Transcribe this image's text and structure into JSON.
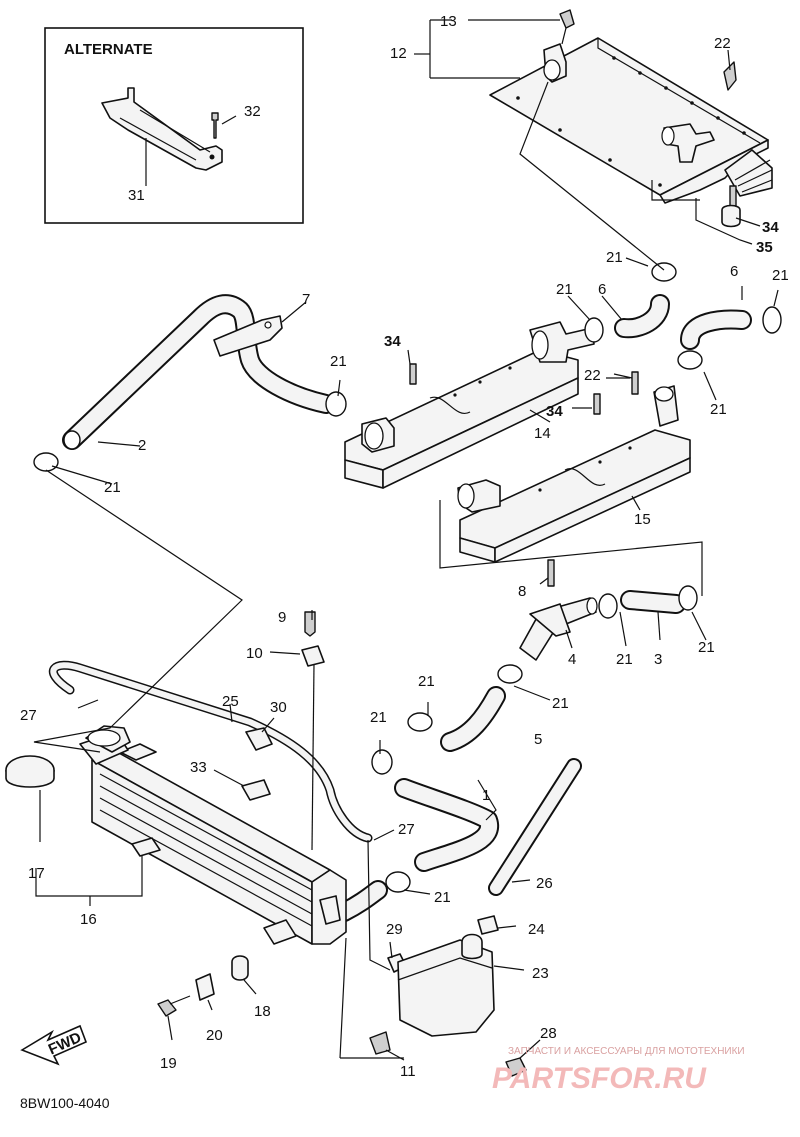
{
  "alternate": {
    "title": "ALTERNATE"
  },
  "diagram_code": "8BW100-4040",
  "fwd_label": "FWD",
  "watermark": {
    "tagline": "ЗАПЧАСТИ И АКСЕССУАРЫ ДЛЯ МОТОТЕХНИКИ",
    "brand": "PARTSFOR.RU"
  },
  "callouts": [
    {
      "label": "1"
    },
    {
      "label": "2"
    },
    {
      "label": "3"
    },
    {
      "label": "4"
    },
    {
      "label": "5"
    },
    {
      "label": "6"
    },
    {
      "label": "6"
    },
    {
      "label": "7"
    },
    {
      "label": "8"
    },
    {
      "label": "9"
    },
    {
      "label": "10"
    },
    {
      "label": "11"
    },
    {
      "label": "12"
    },
    {
      "label": "13"
    },
    {
      "label": "14"
    },
    {
      "label": "15"
    },
    {
      "label": "16"
    },
    {
      "label": "17"
    },
    {
      "label": "18"
    },
    {
      "label": "19"
    },
    {
      "label": "20"
    },
    {
      "label": "21"
    },
    {
      "label": "21"
    },
    {
      "label": "21"
    },
    {
      "label": "21"
    },
    {
      "label": "21"
    },
    {
      "label": "21"
    },
    {
      "label": "21"
    },
    {
      "label": "21"
    },
    {
      "label": "21"
    },
    {
      "label": "21"
    },
    {
      "label": "21"
    },
    {
      "label": "21"
    },
    {
      "label": "21"
    },
    {
      "label": "22"
    },
    {
      "label": "22"
    },
    {
      "label": "23"
    },
    {
      "label": "24"
    },
    {
      "label": "25"
    },
    {
      "label": "26"
    },
    {
      "label": "27"
    },
    {
      "label": "27"
    },
    {
      "label": "28"
    },
    {
      "label": "29"
    },
    {
      "label": "30"
    },
    {
      "label": "31"
    },
    {
      "label": "32"
    },
    {
      "label": "33"
    },
    {
      "label": "34"
    },
    {
      "label": "34"
    },
    {
      "label": "34"
    },
    {
      "label": "35"
    }
  ]
}
